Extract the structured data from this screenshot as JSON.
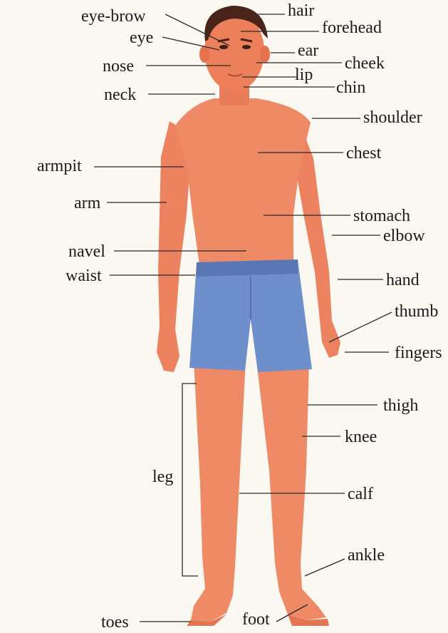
{
  "labels": {
    "hair": "hair",
    "eye_brow": "eye-brow",
    "forehead": "forehead",
    "eye": "eye",
    "ear": "ear",
    "nose": "nose",
    "cheek": "cheek",
    "lip": "lip",
    "chin": "chin",
    "neck": "neck",
    "shoulder": "shoulder",
    "chest": "chest",
    "armpit": "armpit",
    "arm": "arm",
    "stomach": "stomach",
    "elbow": "elbow",
    "navel": "navel",
    "waist": "waist",
    "hand": "hand",
    "thumb": "thumb",
    "fingers": "fingers",
    "thigh": "thigh",
    "knee": "knee",
    "leg": "leg",
    "calf": "calf",
    "ankle": "ankle",
    "toes": "toes",
    "foot": "foot"
  },
  "colors": {
    "skin": "#ee8a66",
    "skin_shade": "#e2704f",
    "hair": "#4a2418",
    "shorts": "#6f8fcc",
    "shorts_shade": "#5a76b3",
    "background": "#fbf8f2"
  }
}
